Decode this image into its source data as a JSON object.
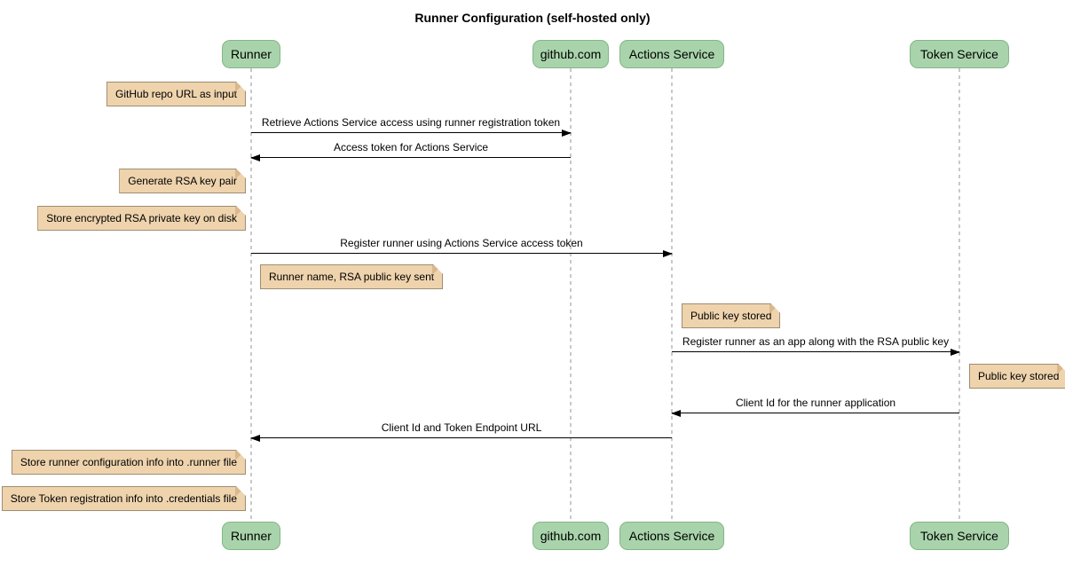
{
  "title": "Runner Configuration (self-hosted only)",
  "diagram_type": "sequence",
  "participants": [
    {
      "name": "Runner"
    },
    {
      "name": "github.com"
    },
    {
      "name": "Actions Service"
    },
    {
      "name": "Token Service"
    }
  ],
  "messages": [
    {
      "from": "Runner",
      "to": "github.com",
      "label": "Retrieve Actions Service access using runner registration token"
    },
    {
      "from": "github.com",
      "to": "Runner",
      "label": "Access token for Actions Service"
    },
    {
      "from": "Runner",
      "to": "Actions Service",
      "label": "Register runner using Actions Service access token"
    },
    {
      "from": "Actions Service",
      "to": "Token Service",
      "label": "Register runner as an app along with the RSA public key"
    },
    {
      "from": "Token Service",
      "to": "Actions Service",
      "label": "Client Id for the runner application"
    },
    {
      "from": "Actions Service",
      "to": "Runner",
      "label": "Client Id and Token Endpoint URL"
    }
  ],
  "notes": [
    {
      "text": "GitHub repo URL as input",
      "position": "left of Runner"
    },
    {
      "text": "Generate RSA key pair",
      "position": "left of Runner"
    },
    {
      "text": "Store encrypted RSA private key on disk",
      "position": "left of Runner"
    },
    {
      "text": "Runner name, RSA public key sent",
      "position": "right of Runner"
    },
    {
      "text": "Public key stored",
      "position": "right of Actions Service"
    },
    {
      "text": "Public key stored",
      "position": "right of Token Service"
    },
    {
      "text": "Store runner configuration info into .runner file",
      "position": "left of Runner"
    },
    {
      "text": "Store Token registration info into .credentials file",
      "position": "left of Runner"
    }
  ],
  "colors": {
    "background": "#ffffff",
    "participant_fill": "#a9d4ab",
    "participant_border": "#83b588",
    "note_fill": "#eed3ad",
    "note_border": "#9e8d71",
    "note_fold": "#d9b88c",
    "lifeline": "#c9c9c9",
    "message_line": "#000000",
    "text": "#000000"
  }
}
